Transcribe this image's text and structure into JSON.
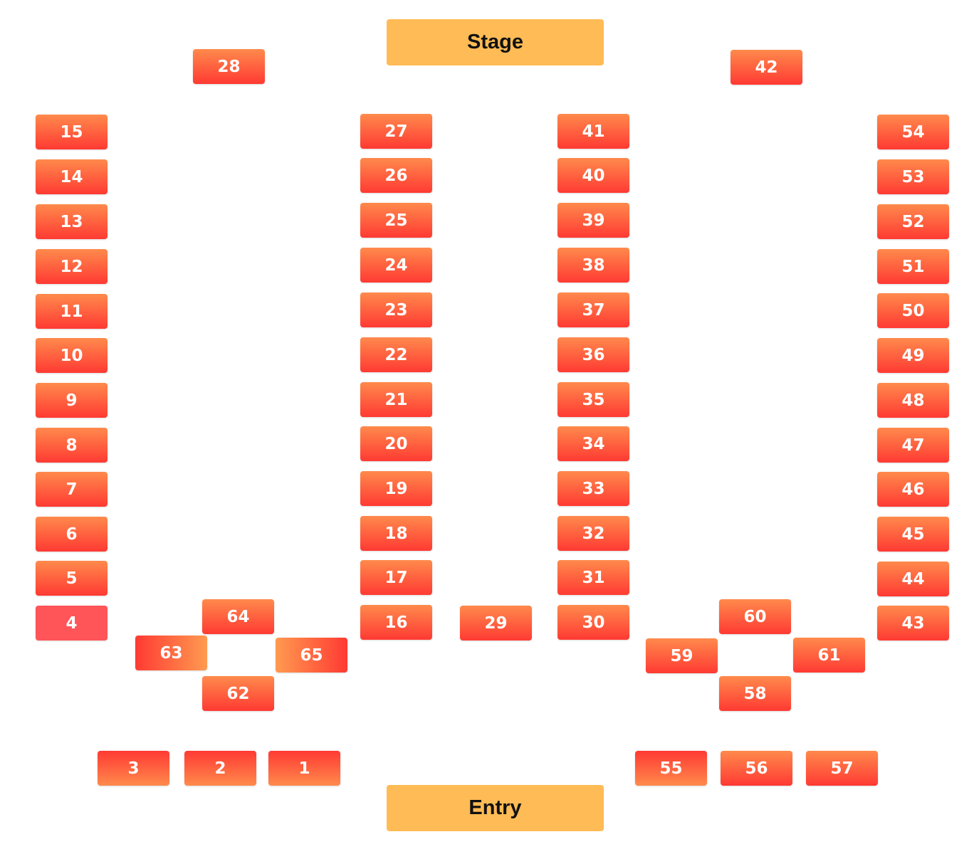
{
  "landmarks": {
    "stage": "Stage",
    "entry": "Entry"
  },
  "colors": {
    "seat_gradient_top": "#ff8a4c",
    "seat_gradient_bottom": "#ff3a33",
    "seat_selected": "#ff5458",
    "landmark": "#ffbb55",
    "seat_text": "#ffffff"
  },
  "seats": [
    {
      "label": "1"
    },
    {
      "label": "2"
    },
    {
      "label": "3"
    },
    {
      "label": "4",
      "selected": true
    },
    {
      "label": "5"
    },
    {
      "label": "6"
    },
    {
      "label": "7"
    },
    {
      "label": "8"
    },
    {
      "label": "9"
    },
    {
      "label": "10"
    },
    {
      "label": "11"
    },
    {
      "label": "12"
    },
    {
      "label": "13"
    },
    {
      "label": "14"
    },
    {
      "label": "15"
    },
    {
      "label": "16"
    },
    {
      "label": "17"
    },
    {
      "label": "18"
    },
    {
      "label": "19"
    },
    {
      "label": "20"
    },
    {
      "label": "21"
    },
    {
      "label": "22"
    },
    {
      "label": "23"
    },
    {
      "label": "24"
    },
    {
      "label": "25"
    },
    {
      "label": "26"
    },
    {
      "label": "27"
    },
    {
      "label": "28"
    },
    {
      "label": "29"
    },
    {
      "label": "30"
    },
    {
      "label": "31"
    },
    {
      "label": "32"
    },
    {
      "label": "33"
    },
    {
      "label": "34"
    },
    {
      "label": "35"
    },
    {
      "label": "36"
    },
    {
      "label": "37"
    },
    {
      "label": "38"
    },
    {
      "label": "39"
    },
    {
      "label": "40"
    },
    {
      "label": "41"
    },
    {
      "label": "42"
    },
    {
      "label": "43"
    },
    {
      "label": "44"
    },
    {
      "label": "45"
    },
    {
      "label": "46"
    },
    {
      "label": "47"
    },
    {
      "label": "48"
    },
    {
      "label": "49"
    },
    {
      "label": "50"
    },
    {
      "label": "51"
    },
    {
      "label": "52"
    },
    {
      "label": "53"
    },
    {
      "label": "54"
    },
    {
      "label": "55"
    },
    {
      "label": "56"
    },
    {
      "label": "57"
    },
    {
      "label": "58"
    },
    {
      "label": "59"
    },
    {
      "label": "60"
    },
    {
      "label": "61"
    },
    {
      "label": "62"
    },
    {
      "label": "63"
    },
    {
      "label": "64"
    },
    {
      "label": "65"
    }
  ]
}
